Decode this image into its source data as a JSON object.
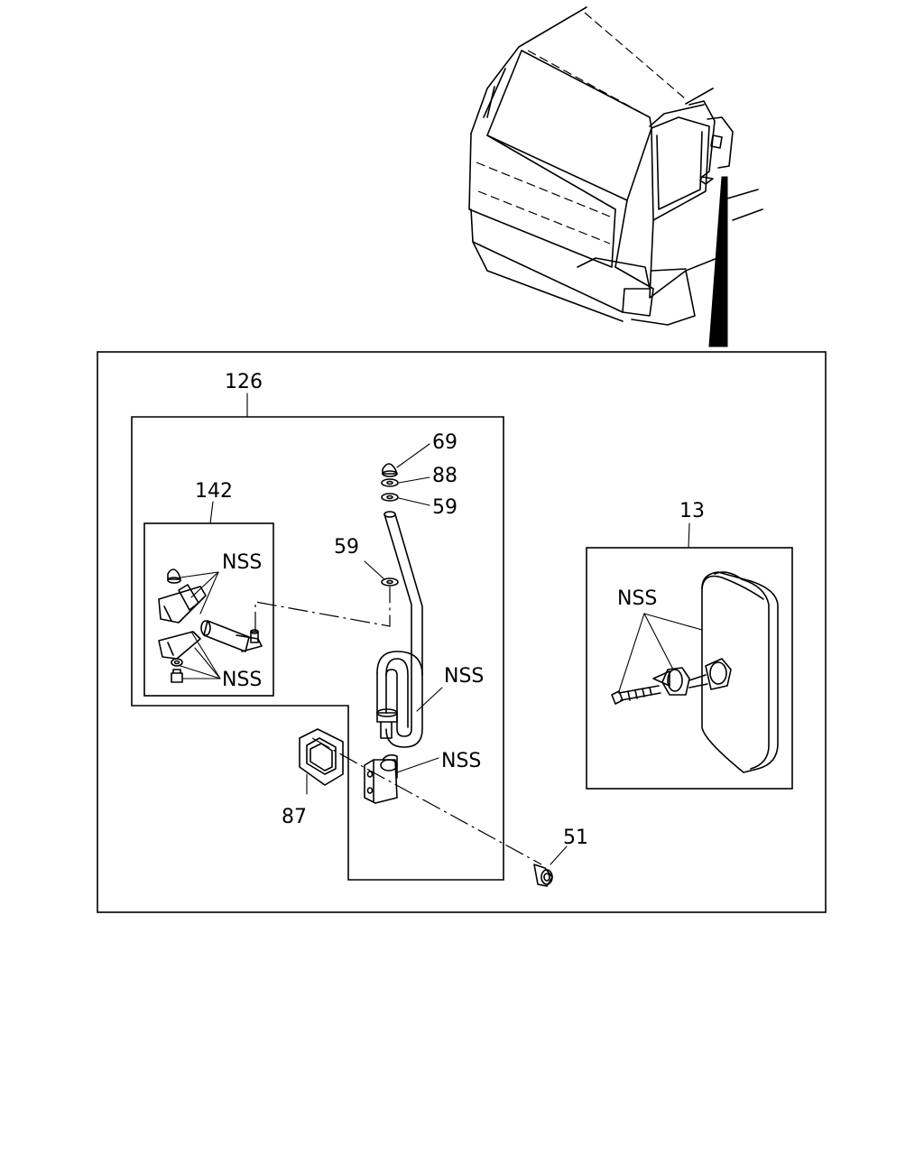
{
  "labels": {
    "l126": "126",
    "l142": "142",
    "l13": "13",
    "l69": "69",
    "l88": "88",
    "l59a": "59",
    "l59b": "59",
    "l87": "87",
    "l51": "51",
    "nss_142_top": "NSS",
    "nss_142_bottom": "NSS",
    "nss_13": "NSS",
    "nss_arm": "NSS",
    "nss_bracket": "NSS"
  }
}
